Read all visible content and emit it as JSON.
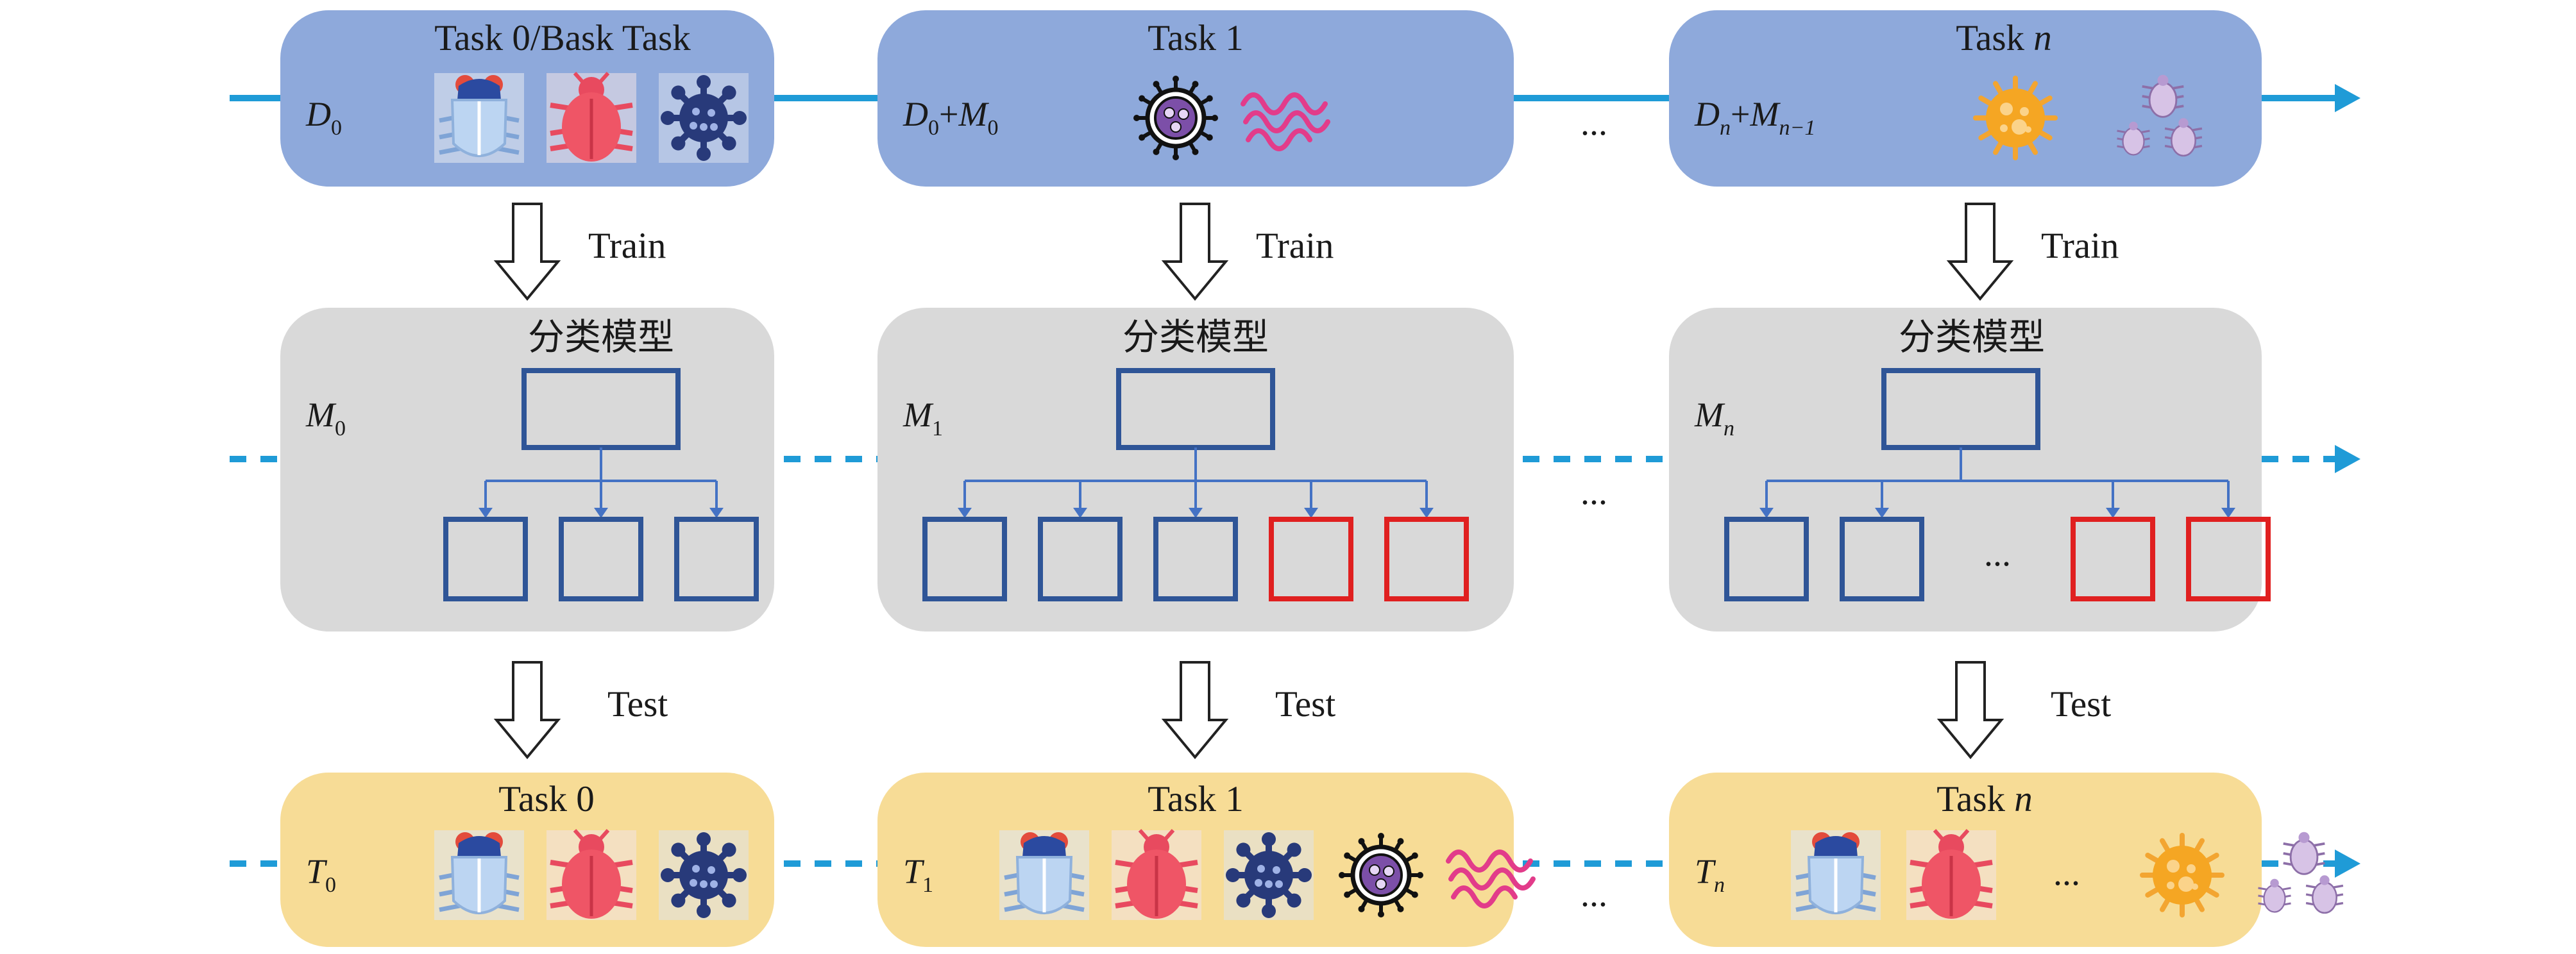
{
  "columns": [
    {
      "task": {
        "prefix": "Task 0/Bask Task",
        "italic": ""
      },
      "data_label": [
        {
          "text": "D",
          "italic": true
        },
        {
          "text": "0",
          "sub": true
        }
      ],
      "data_icons": [
        "beetle-icon",
        "bug-icon",
        "virus-icon"
      ],
      "model_title": "分类模型",
      "model_label": [
        {
          "text": "M",
          "italic": true
        },
        {
          "text": "0",
          "sub": true
        }
      ],
      "classes": [
        "old",
        "old",
        "old"
      ],
      "test_task": {
        "prefix": "Task 0",
        "italic": ""
      },
      "test_label": [
        {
          "text": "T",
          "italic": true
        },
        {
          "text": "0",
          "sub": true
        }
      ],
      "test_icons": [
        "beetle-icon",
        "bug-icon",
        "virus-icon"
      ]
    },
    {
      "task": {
        "prefix": "Task 1",
        "italic": ""
      },
      "data_label": [
        {
          "text": "D",
          "italic": true
        },
        {
          "text": "0",
          "sub": true
        },
        {
          "text": "+"
        },
        {
          "text": "M",
          "italic": true
        },
        {
          "text": "0",
          "sub": true
        }
      ],
      "data_icons": [
        "cell-icon",
        "worm-icon"
      ],
      "model_title": "分类模型",
      "model_label": [
        {
          "text": "M",
          "italic": true
        },
        {
          "text": "1",
          "sub": true
        }
      ],
      "classes": [
        "old",
        "old",
        "old",
        "new",
        "new"
      ],
      "test_task": {
        "prefix": "Task 1",
        "italic": ""
      },
      "test_label": [
        {
          "text": "T",
          "italic": true
        },
        {
          "text": "1",
          "sub": true
        }
      ],
      "test_icons": [
        "beetle-icon",
        "bug-icon",
        "virus-icon",
        "cell-icon",
        "worm-icon"
      ]
    },
    {
      "task": {
        "prefix": "Task ",
        "italic": "n"
      },
      "data_label": [
        {
          "text": "D",
          "italic": true
        },
        {
          "text": "n",
          "sub": true,
          "italic": true
        },
        {
          "text": "+"
        },
        {
          "text": "M",
          "italic": true
        },
        {
          "text": "n−1",
          "sub": true,
          "italic": true
        }
      ],
      "data_icons": [
        "bacteria-icon",
        "mites-icon"
      ],
      "model_title": "分类模型",
      "model_label": [
        {
          "text": "M",
          "italic": true
        },
        {
          "text": "n",
          "sub": true,
          "italic": true
        }
      ],
      "classes": [
        "old",
        "old",
        "ellipsis",
        "new",
        "new"
      ],
      "test_task": {
        "prefix": "Task ",
        "italic": "n"
      },
      "test_label": [
        {
          "text": "T",
          "italic": true
        },
        {
          "text": "n",
          "sub": true,
          "italic": true
        }
      ],
      "test_icons": [
        "beetle-icon",
        "bug-icon",
        "ellipsis",
        "bacteria-icon",
        "mites-icon"
      ]
    }
  ],
  "arrow_labels": {
    "train": "Train",
    "test": "Test"
  },
  "ellipsis": "...",
  "colors": {
    "data_box": "#8EA9DB",
    "model_box": "#D9D9D9",
    "test_box": "#F7DC96",
    "timeline": "#1F9BD7",
    "old_class": "#2F5597",
    "new_class": "#E02020",
    "tree_line": "#4472C4"
  }
}
